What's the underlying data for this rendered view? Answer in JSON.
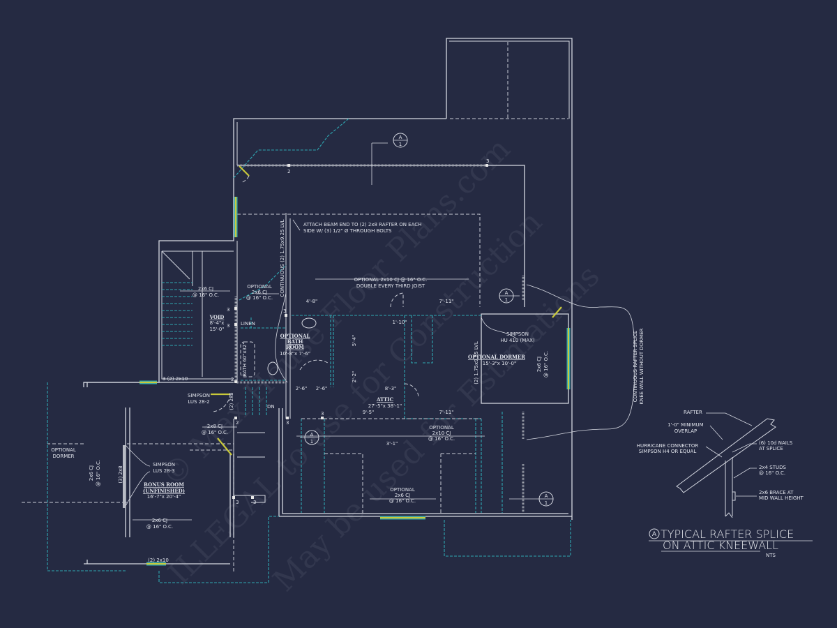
{
  "title": "Attic / Bonus Room Framing Plan",
  "colors": {
    "background": "#252a42",
    "walls": "#d6d9e2",
    "optional_teal": "#2fa8b3",
    "beam_yellow": "#c9c93a"
  },
  "watermark": [
    "© Max House Floor Plans.com",
    "ILLEGAL to use for Construction",
    "May be used for Estimations"
  ],
  "notes": {
    "attach_1": "ATTACH BEAM END TO (2) 2x8 RAFTER ON EACH",
    "attach_2": "SIDE W/ (3) 1/2\" Ø THROUGH BOLTS",
    "continuous_lvl": "CONTINUOUS (2) 1.75x9.25 LVL",
    "opt_cj_main_1": "OPTIONAL 2x10 CJ @ 16\" O.C.",
    "opt_cj_main_2": "DOUBLE EVERY THIRD JOIST",
    "opt_2x6_a": [
      "OPTIONAL",
      "2x6 CJ",
      "@ 16\" O.C."
    ],
    "void_cj": [
      "2x6 CJ",
      "@ 16\" O.C."
    ],
    "void": [
      "VOID",
      "8'-4\"x",
      "15'-0\""
    ],
    "linen": "LINEN",
    "bath_tub": "BATH 60\"x32\"",
    "bath_room": [
      "OPTIONAL",
      "BATH",
      "ROOM",
      "10'-8\"x 7'-6\""
    ],
    "dims": [
      "4'-8\"",
      "7'-11\"",
      "1'-10\"",
      "5'-4\"",
      "2'-2\"",
      "2'-6\"",
      "2'-6\"",
      "8'-3\"",
      "9'-5\"",
      "7'-11\"",
      "3'-1\""
    ],
    "attic": [
      "ATTIC",
      "27'-5\"x 38'-1\""
    ],
    "dormer": [
      "OPTIONAL DORMER",
      "15'-3\"x 10'-0\""
    ],
    "dormer_lvl": "(2) 1.75x9.25 LVL",
    "simpson_hu": [
      "SIMPSON",
      "HU 410 (MAX)"
    ],
    "dormer_cj": [
      "2x6 CJ",
      "@ 16\" O.C."
    ],
    "knee_wall": [
      "CONTINUOUS RAFTER SPLICE",
      "KNEE WALL WITHOUT DORMER"
    ],
    "opt_2x10_b": [
      "OPTIONAL",
      "2x10 CJ",
      "@ 16\" O.C."
    ],
    "opt_2x6_c": [
      "OPTIONAL",
      "2x6 CJ",
      "@ 16\" O.C."
    ],
    "header_2x10": "3 (2) 2x10",
    "simpson_lus_2": [
      "SIMPSON",
      "LUS 28-2"
    ],
    "beam_2x8": "(2) 2x8",
    "dn": "DN",
    "cj_2x8": [
      "2x8 CJ",
      "@ 16\" O.C."
    ],
    "opt_dormer_left": [
      "OPTIONAL",
      "DORMER"
    ],
    "bonus_cj_v": [
      "2x6 CJ",
      "@ 16\" O.C."
    ],
    "beam_3_2x8": "(3) 2x8",
    "simpson_lus_3": [
      "SIMPSON",
      "LUS 28-3"
    ],
    "bonus": [
      "BONUS ROOM",
      "(UNFINISHED)",
      "16'-7\"x 20'-4\""
    ],
    "bonus_cj_h": [
      "2x6 CJ",
      "@ 16\" O.C."
    ],
    "bottom_header": "(2) 2x10"
  },
  "markers": {
    "two": "2",
    "three": "3",
    "section_letter": "A",
    "section_sheet": "1"
  },
  "detail": {
    "rafter": "RAFTER",
    "overlap": [
      "1'-0\" MINIMUM",
      "OVERLAP"
    ],
    "hurricane": [
      "HURRICANE CONNECTOR",
      "SIMPSON H4 OR EQUAL"
    ],
    "nails": [
      "(6) 10d NAILS",
      "AT SPLICE"
    ],
    "studs": [
      "2x4 STUDS",
      "@ 16\" O.C."
    ],
    "brace": [
      "2x6 BRACE AT",
      "MID WALL HEIGHT"
    ],
    "tag": "A",
    "title_1": "TYPICAL RAFTER SPLICE",
    "title_2": "ON ATTIC KNEEWALL",
    "scale": "NTS"
  }
}
